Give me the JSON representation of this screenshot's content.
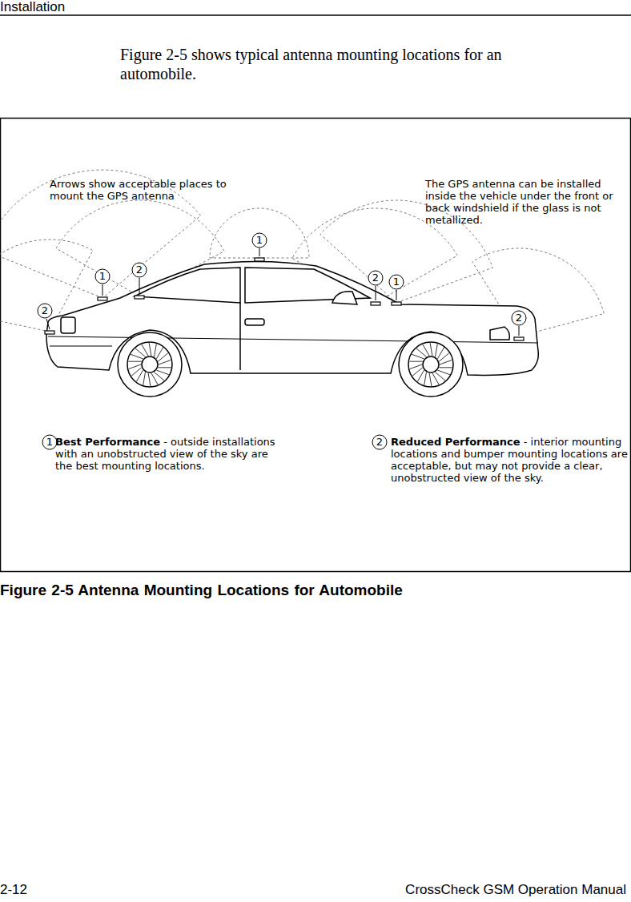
{
  "diagram": {
    "caption": "Figure 2-5 Antenna Mounting Locations for Automobile",
    "labels": [
      "Installation",
      "Figure 2-5 shows typical antenna mounting locations for an automobile.",
      "Arrows show acceptable places to mount the GPS antenna",
      "The GPS antenna can be installed inside the vehicle under the front or back windshield if the glass is not metallized.",
      "1",
      "1",
      "2",
      "2",
      "2",
      "1",
      "2",
      "1",
      "Best Performance",
      "- outside installations with an unobstructed view of the sky are the best mounting locations.",
      "2",
      "Reduced Performance",
      "- interior mounting locations and bumper mounting locations are acceptable, but may not provide a clear, unobstructed view of the sky.",
      "2-12",
      "CrossCheck GSM Operation Manual"
    ]
  }
}
